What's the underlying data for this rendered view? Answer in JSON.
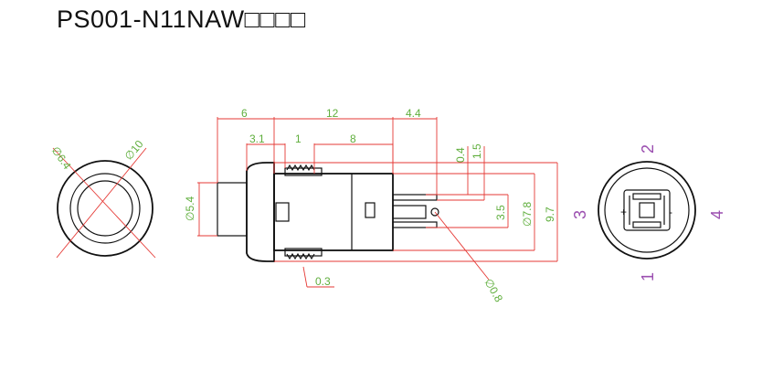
{
  "title": "PS001-N11NAW□□□□",
  "colors": {
    "dimension_text": "#5fae3c",
    "dimension_line": "#e53935",
    "pin_label": "#9b4fb0",
    "outline": "#111111"
  },
  "front_view": {
    "dim_inner": "∅6.4",
    "dim_outer": "∅10"
  },
  "side_view": {
    "dims": {
      "d6": "6",
      "d12": "12",
      "d44": "4.4",
      "d31": "3.1",
      "d1": "1",
      "d8": "8",
      "d04": "0.4",
      "d15": "1.5",
      "d54": "∅5.4",
      "d35": "3.5",
      "d78": "∅7.8",
      "d97": "9.7",
      "d03": "0.3",
      "d08": "∅0.8"
    }
  },
  "rear_view": {
    "pins": [
      "1",
      "2",
      "3",
      "4"
    ],
    "plus": "+",
    "minus": "-"
  }
}
